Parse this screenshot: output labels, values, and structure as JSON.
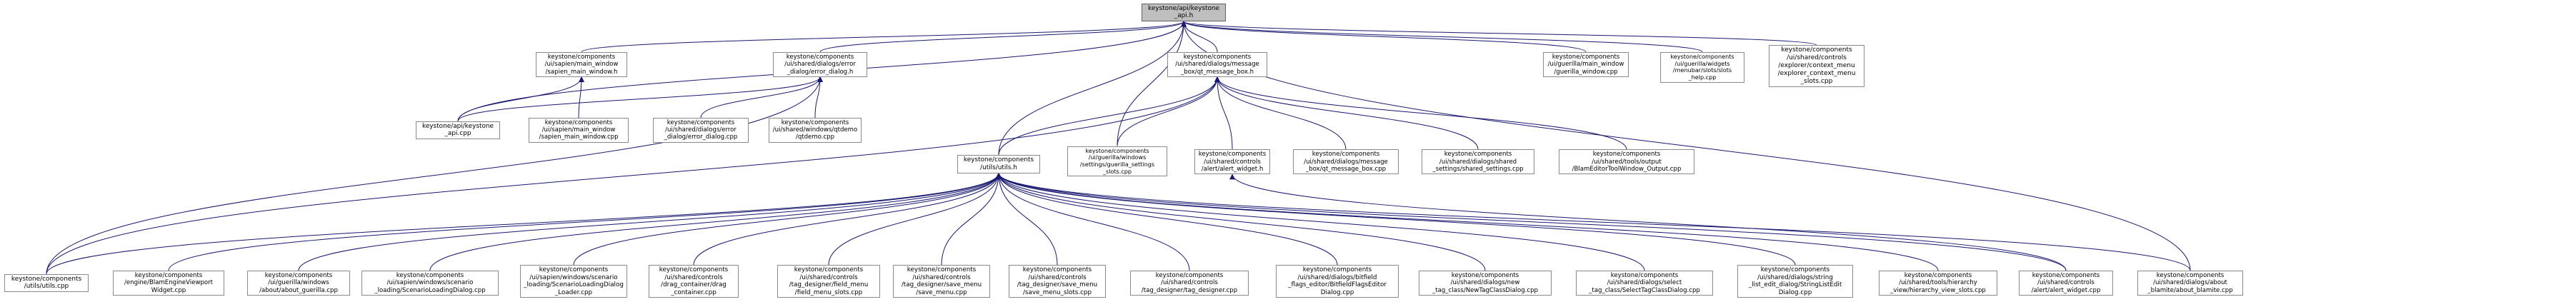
{
  "graph": {
    "title": "",
    "edge_color": "#191970",
    "root": {
      "id": "root",
      "lines": [
        "keystone/api/keystone",
        "_api.h"
      ]
    },
    "nodes": [
      {
        "id": "main_window_h",
        "lines": [
          "keystone/components",
          "/ui/sapien/main_window",
          "/sapien_main_window.h"
        ]
      },
      {
        "id": "error_dialog_h",
        "lines": [
          "keystone/components",
          "/ui/shared/dialogs/error",
          "_dialog/error_dialog.h"
        ]
      },
      {
        "id": "message_box_h",
        "lines": [
          "keystone/components",
          "/ui/shared/dialogs/message",
          "_box/qt_message_box.h"
        ]
      },
      {
        "id": "guerilla_window_cpp",
        "lines": [
          "keystone/components",
          "/ui/guerilla/main_window",
          "/guerilla_window.cpp"
        ]
      },
      {
        "id": "slots_help_cpp",
        "lines": [
          "keystone/components",
          "/ui/guerilla/widgets",
          "/menubar/slots/slots",
          "_help.cpp"
        ]
      },
      {
        "id": "context_menu_cpp",
        "lines": [
          "keystone/components",
          "/ui/shared/controls",
          "/explorer/context_menu",
          "/explorer_context_menu",
          "_slots.cpp"
        ]
      },
      {
        "id": "keystone_api_cpp",
        "lines": [
          "keystone/api/keystone",
          "_api.cpp"
        ]
      },
      {
        "id": "sapien_main_window_cpp",
        "lines": [
          "keystone/components",
          "/ui/sapien/main_window",
          "/sapien_main_window.cpp"
        ]
      },
      {
        "id": "error_dialog_cpp",
        "lines": [
          "keystone/components",
          "/ui/shared/dialogs/error",
          "_dialog/error_dialog.cpp"
        ]
      },
      {
        "id": "qtdemo_cpp",
        "lines": [
          "keystone/components",
          "/ui/shared/windows/qtdemo",
          "/qtdemo.cpp"
        ]
      },
      {
        "id": "utils_h",
        "lines": [
          "keystone/components",
          "/utils/utils.h"
        ]
      },
      {
        "id": "guerilla_settings_cpp",
        "lines": [
          "keystone/components",
          "/ui/guerilla/windows",
          "/settings/guerilla_settings",
          "_slots.cpp"
        ]
      },
      {
        "id": "alert_widget_h",
        "lines": [
          "keystone/components",
          "/ui/shared/controls",
          "/alert/alert_widget.h"
        ]
      },
      {
        "id": "qt_message_box_cpp",
        "lines": [
          "keystone/components",
          "/ui/shared/dialogs/message",
          "_box/qt_message_box.cpp"
        ]
      },
      {
        "id": "shared_settings_cpp",
        "lines": [
          "keystone/components",
          "/ui/shared/dialogs/shared",
          "_settings/shared_settings.cpp"
        ]
      },
      {
        "id": "blam_editor_output_cpp",
        "lines": [
          "keystone/components",
          "/ui/shared/tools/output",
          "/BlamEditorToolWindow_Output.cpp"
        ]
      },
      {
        "id": "utils_cpp",
        "lines": [
          "keystone/components",
          "/utils/utils.cpp"
        ]
      },
      {
        "id": "blam_engine_viewport_cpp",
        "lines": [
          "keystone/components",
          "/engine/BlamEngineViewport",
          "Widget.cpp"
        ]
      },
      {
        "id": "about_guerilla_cpp",
        "lines": [
          "keystone/components",
          "/ui/guerilla/windows",
          "/about/about_guerilla.cpp"
        ]
      },
      {
        "id": "scenario_loading_dialog_cpp",
        "lines": [
          "keystone/components",
          "/ui/sapien/windows/scenario",
          "_loading/ScenarioLoadingDialog.cpp"
        ]
      },
      {
        "id": "scenario_loading_dialog_loader_cpp",
        "lines": [
          "keystone/components",
          "/ui/sapien/windows/scenario",
          "_loading/ScenarioLoadingDialog",
          "_Loader.cpp"
        ]
      },
      {
        "id": "drag_container_cpp",
        "lines": [
          "keystone/components",
          "/ui/shared/controls",
          "/drag_container/drag",
          "_container.cpp"
        ]
      },
      {
        "id": "field_menu_slots_cpp",
        "lines": [
          "keystone/components",
          "/ui/shared/controls",
          "/tag_designer/field_menu",
          "/field_menu_slots.cpp"
        ]
      },
      {
        "id": "save_menu_cpp",
        "lines": [
          "keystone/components",
          "/ui/shared/controls",
          "/tag_designer/save_menu",
          "/save_menu.cpp"
        ]
      },
      {
        "id": "save_menu_slots_cpp",
        "lines": [
          "keystone/components",
          "/ui/shared/controls",
          "/tag_designer/save_menu",
          "/save_menu_slots.cpp"
        ]
      },
      {
        "id": "tag_designer_cpp",
        "lines": [
          "keystone/components",
          "/ui/shared/controls",
          "/tag_designer/tag_designer.cpp"
        ]
      },
      {
        "id": "bitfield_flag_editor_cpp",
        "lines": [
          "keystone/components",
          "/ui/shared/dialogs/bitfield",
          "_flags_editor/BitfieldFlagsEditor",
          "Dialog.cpp"
        ]
      },
      {
        "id": "new_tag_class_dialog_cpp",
        "lines": [
          "keystone/components",
          "/ui/shared/dialogs/new",
          "_tag_class/NewTagClassDialog.cpp"
        ]
      },
      {
        "id": "select_tag_class_dialog_cpp",
        "lines": [
          "keystone/components",
          "/ui/shared/dialogs/select",
          "_tag_class/SelectTagClassDialog.cpp"
        ]
      },
      {
        "id": "string_list_edit_dialog_cpp",
        "lines": [
          "keystone/components",
          "/ui/shared/dialogs/string",
          "_list_edit_dialog/StringListEdit",
          "Dialog.cpp"
        ]
      },
      {
        "id": "hierarchy_view_slots_cpp",
        "lines": [
          "keystone/components",
          "/ui/shared/tools/hierarchy",
          "_view/hierarchy_view_slots.cpp"
        ]
      },
      {
        "id": "alert_widget_cpp",
        "lines": [
          "keystone/components",
          "/ui/shared/controls",
          "/alert/alert_widget.cpp"
        ]
      },
      {
        "id": "about_blamite_cpp",
        "lines": [
          "keystone/components",
          "/ui/shared/dialogs/about",
          "_blamite/about_blamite.cpp"
        ]
      }
    ],
    "edges": [
      [
        "main_window_h",
        "root"
      ],
      [
        "error_dialog_h",
        "root"
      ],
      [
        "message_box_h",
        "root"
      ],
      [
        "guerilla_window_cpp",
        "root"
      ],
      [
        "slots_help_cpp",
        "root"
      ],
      [
        "context_menu_cpp",
        "root"
      ],
      [
        "keystone_api_cpp",
        "root"
      ],
      [
        "utils_h",
        "root"
      ],
      [
        "guerilla_settings_cpp",
        "root"
      ],
      [
        "about_blamite_cpp",
        "root"
      ],
      [
        "keystone_api_cpp",
        "main_window_h"
      ],
      [
        "sapien_main_window_cpp",
        "main_window_h"
      ],
      [
        "keystone_api_cpp",
        "error_dialog_h"
      ],
      [
        "error_dialog_cpp",
        "error_dialog_h"
      ],
      [
        "qtdemo_cpp",
        "error_dialog_h"
      ],
      [
        "utils_cpp",
        "error_dialog_h"
      ],
      [
        "utils_h",
        "message_box_h"
      ],
      [
        "guerilla_settings_cpp",
        "message_box_h"
      ],
      [
        "alert_widget_h",
        "message_box_h"
      ],
      [
        "qt_message_box_cpp",
        "message_box_h"
      ],
      [
        "shared_settings_cpp",
        "message_box_h"
      ],
      [
        "blam_editor_output_cpp",
        "message_box_h"
      ],
      [
        "utils_cpp",
        "message_box_h"
      ],
      [
        "utils_cpp",
        "utils_h"
      ],
      [
        "blam_engine_viewport_cpp",
        "utils_h"
      ],
      [
        "about_guerilla_cpp",
        "utils_h"
      ],
      [
        "scenario_loading_dialog_cpp",
        "utils_h"
      ],
      [
        "scenario_loading_dialog_loader_cpp",
        "utils_h"
      ],
      [
        "drag_container_cpp",
        "utils_h"
      ],
      [
        "field_menu_slots_cpp",
        "utils_h"
      ],
      [
        "save_menu_cpp",
        "utils_h"
      ],
      [
        "save_menu_slots_cpp",
        "utils_h"
      ],
      [
        "tag_designer_cpp",
        "utils_h"
      ],
      [
        "bitfield_flag_editor_cpp",
        "utils_h"
      ],
      [
        "new_tag_class_dialog_cpp",
        "utils_h"
      ],
      [
        "select_tag_class_dialog_cpp",
        "utils_h"
      ],
      [
        "string_list_edit_dialog_cpp",
        "utils_h"
      ],
      [
        "hierarchy_view_slots_cpp",
        "utils_h"
      ],
      [
        "alert_widget_cpp",
        "utils_h"
      ],
      [
        "about_blamite_cpp",
        "utils_h"
      ],
      [
        "alert_widget_cpp",
        "alert_widget_h"
      ]
    ]
  }
}
